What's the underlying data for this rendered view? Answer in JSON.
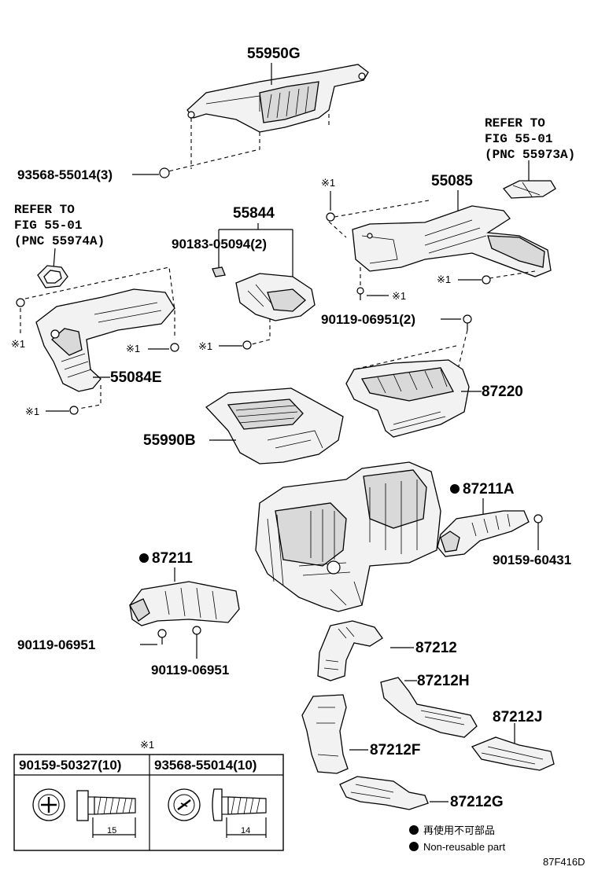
{
  "labels": {
    "p55950G": "55950G",
    "p93568_3": "93568-55014(3)",
    "refer_top_1": "REFER TO",
    "refer_top_2": "FIG 55-01",
    "refer_top_3": "(PNC 55973A)",
    "p55085": "55085",
    "refer_left_1": "REFER TO",
    "refer_left_2": "FIG 55-01",
    "refer_left_3": "(PNC 55974A)",
    "p55844": "55844",
    "p90183": "90183-05094(2)",
    "p90119_2": "90119-06951(2)",
    "p55084E": "55084E",
    "p87220": "87220",
    "p55990B": "55990B",
    "p87211A": "87211A",
    "p87211": "87211",
    "p90159_60431": "90159-60431",
    "p90119_a": "90119-06951",
    "p90119_b": "90119-06951",
    "p87212": "87212",
    "p87212H": "87212H",
    "p87212J": "87212J",
    "p87212F": "87212F",
    "p87212G": "87212G",
    "mark": "※1"
  },
  "table": {
    "title": "※1",
    "col1_header": "90159-50327(10)",
    "col2_header": "93568-55014(10)",
    "col1_dim": "15",
    "col2_dim": "14"
  },
  "legend": {
    "jp": "再使用不可部品",
    "en": "Non-reusable part"
  },
  "figure_code": "87F416D"
}
